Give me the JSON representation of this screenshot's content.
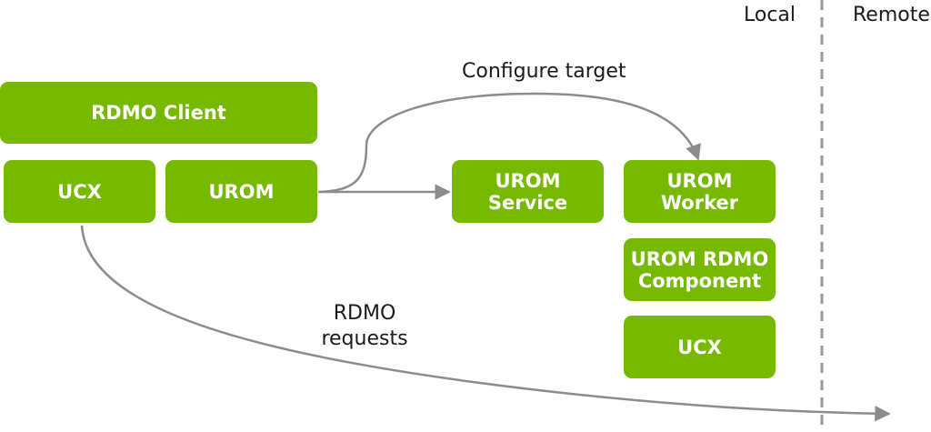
{
  "regions": {
    "local": "Local",
    "remote": "Remote"
  },
  "left_stack": {
    "rdmo_client": "RDMO Client",
    "ucx": "UCX",
    "urom": "UROM"
  },
  "service": {
    "line1": "UROM",
    "line2": "Service"
  },
  "right_stack": {
    "worker": {
      "line1": "UROM",
      "line2": "Worker"
    },
    "component": {
      "line1": "UROM RDMO",
      "line2": "Component"
    },
    "ucx": "UCX"
  },
  "annotations": {
    "configure_target": "Configure target",
    "rdmo_requests_line1": "RDMO",
    "rdmo_requests_line2": "requests"
  },
  "colors": {
    "box_fill": "#76b900",
    "box_text": "#ffffff",
    "connector": "#8c8c8c",
    "divider": "#9a9a9a"
  }
}
